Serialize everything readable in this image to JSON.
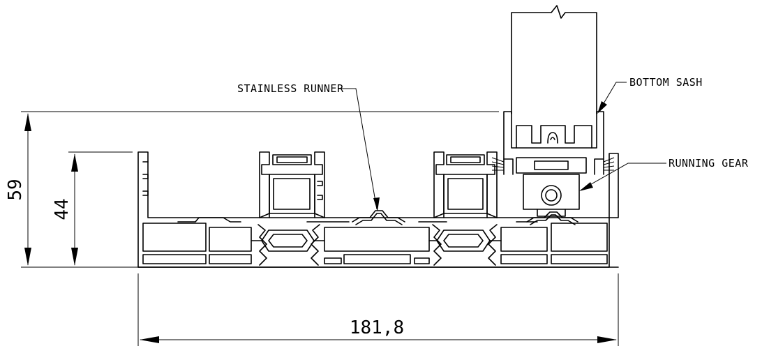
{
  "labels": {
    "stainless_runner": "STAINLESS RUNNER",
    "bottom_sash": "BOTTOM SASH",
    "running_gear": "RUNNING GEAR"
  },
  "dimensions": {
    "overall_height": "59",
    "frame_height": "44",
    "overall_width": "181,8"
  }
}
